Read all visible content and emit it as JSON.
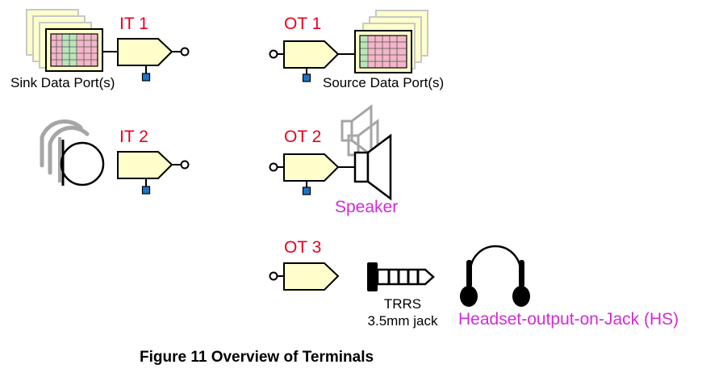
{
  "colors": {
    "terminal_fill": "#ffffcc",
    "terminal_label": "#e8001c",
    "device_label": "#d12bd6",
    "pin": "#1e73c8",
    "port_fill": "#ffffcc",
    "stack_fill": "#ffffcc",
    "ghost_gray": "#a6a6a6"
  },
  "terminals": {
    "it1": "IT 1",
    "it2": "IT 2",
    "ot1": "OT 1",
    "ot2": "OT 2",
    "ot3": "OT 3"
  },
  "labels": {
    "sink_ports": "Sink Data Port(s)",
    "source_ports": "Source Data Port(s)",
    "speaker": "Speaker",
    "trrs_line1": "TRRS",
    "trrs_line2": "3.5mm jack",
    "headset": "Headset-output-on-Jack (HS)"
  },
  "icons": [
    "data-port-stack-icon",
    "microphone-icon",
    "speaker-icon",
    "trrs-jack-icon",
    "headset-icon"
  ],
  "caption": "Figure 11 Overview of Terminals"
}
